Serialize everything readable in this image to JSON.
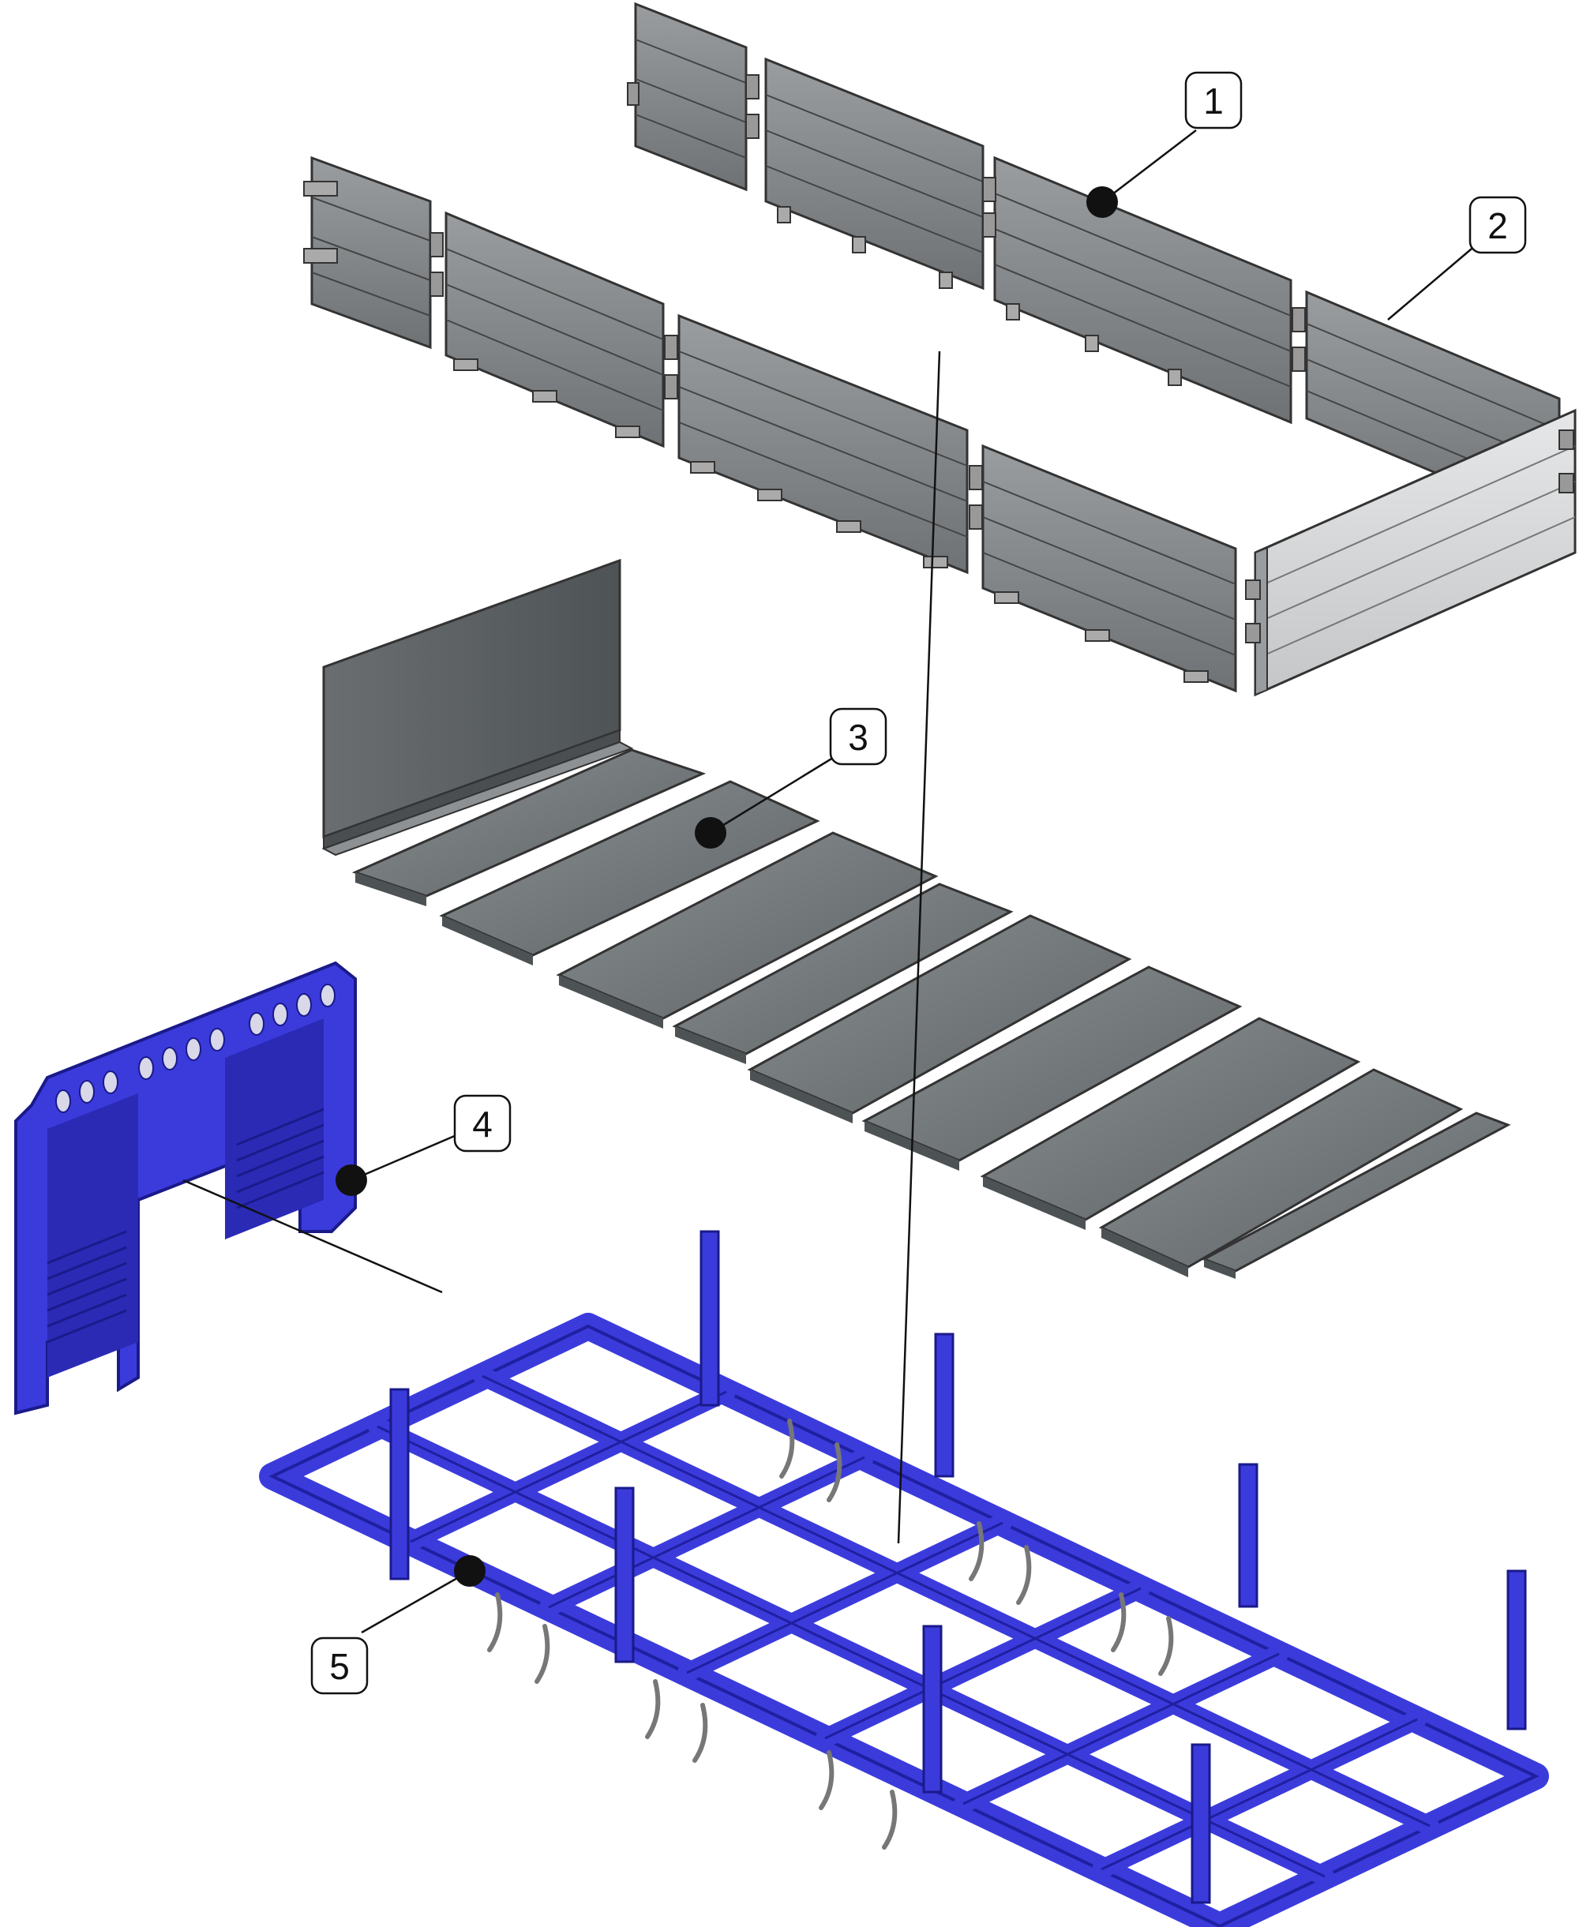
{
  "callouts": [
    {
      "id": "1",
      "label": "1",
      "part": "side-boards"
    },
    {
      "id": "2",
      "label": "2",
      "part": "rear-side-boards"
    },
    {
      "id": "3",
      "label": "3",
      "part": "floor-panels"
    },
    {
      "id": "4",
      "label": "4",
      "part": "front-bulkhead"
    },
    {
      "id": "5",
      "label": "5",
      "part": "chassis-frame"
    }
  ],
  "colors": {
    "panel_gray": "#8f9294",
    "panel_dark": "#5a5f62",
    "panel_light": "#cfd1d2",
    "floor_gray": "#7c8184",
    "frame_blue": "#3b3bdc",
    "frame_blue_dark": "#1f1fa0",
    "line": "#111111"
  }
}
